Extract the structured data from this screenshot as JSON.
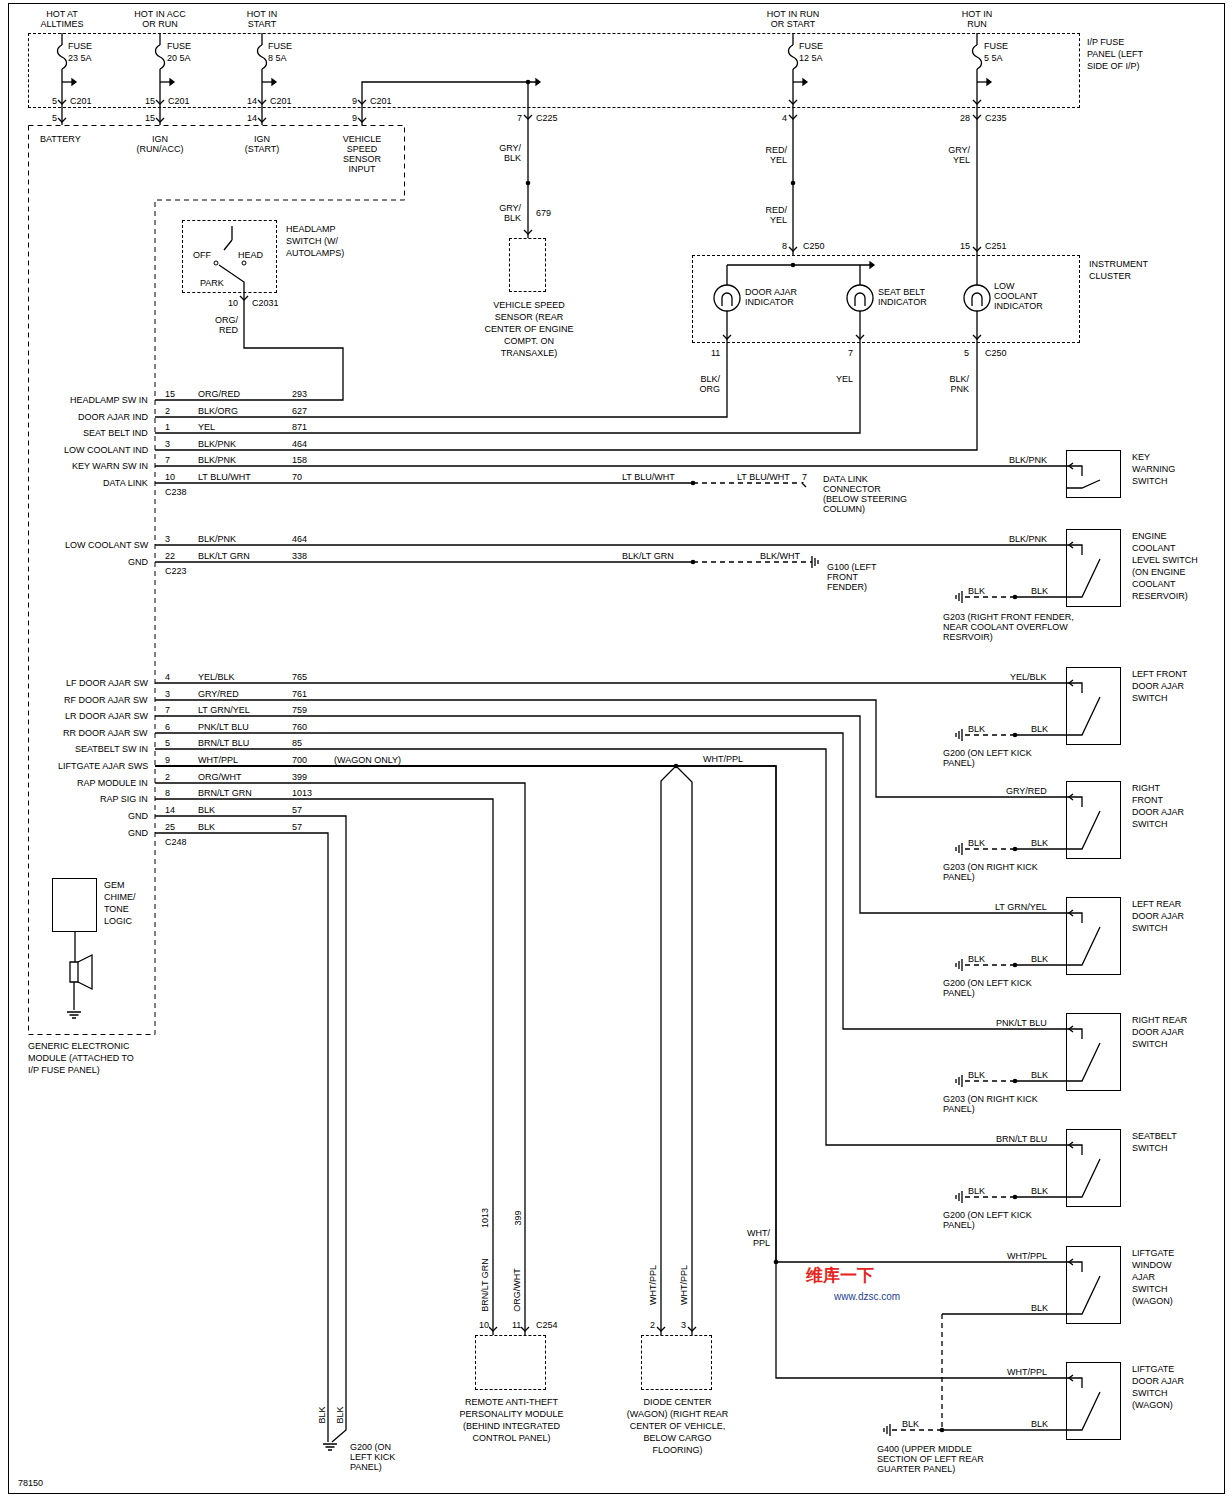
{
  "diagram": {
    "nodes": [
      {
        "text": [
          "I/P FUSE PANEL (LEFT SIDE OF I/P)"
        ]
      },
      {
        "text": [
          "GENERIC ELECTRONIC MODULE (ATTACHED TO I/P FUSE PANEL)"
        ]
      },
      {
        "text": [
          "GEM CHIME/ TONE LOGIC"
        ],
        "in": 1
      },
      {
        "text": [
          "HEADLAMP SWITCH (W/ AUTOLAMPS)"
        ]
      },
      {
        "text": [
          "VEHICLE SPEED SENSOR (REAR CENTER OF ENGINE COMPT. ON TRANSAXLE)"
        ]
      },
      {
        "text": [
          "INSTRUMENT CLUSTER"
        ]
      },
      {
        "text": [
          "KEY WARNING SWITCH"
        ]
      },
      {
        "text": [
          "ENGINE COOLANT LEVEL SWITCH (ON ENGINE COOLANT RESERVOIR)"
        ]
      },
      {
        "text": [
          "LEFT FRONT DOOR AJAR SWITCH"
        ]
      },
      {
        "text": [
          "RIGHT FRONT DOOR AJAR SWITCH"
        ]
      },
      {
        "text": [
          "LEFT REAR DOOR AJAR SWITCH"
        ]
      },
      {
        "text": [
          "RIGHT REAR DOOR AJAR SWITCH"
        ]
      },
      {
        "text": [
          "SEATBELT SWITCH"
        ]
      },
      {
        "text": [
          "LIFTGATE WINDOW AJAR SWITCH (WAGON)"
        ]
      },
      {
        "text": [
          "LIFTGATE DOOR AJAR SWITCH (WAGON)"
        ]
      },
      {
        "text": [
          "REMOTE ANTI-THEFT PERSONALITY MODULE (BEHIND INTEGRATED CONTROL PANEL)"
        ]
      },
      {
        "text": [
          "DIODE CENTER (WAGON) (RIGHT REAR CENTER OF VEHICLE, BELOW CARGO FLOORING)"
        ]
      }
    ],
    "edges": [
      {
        "from": 0,
        "to": 1,
        "arrow": "none"
      },
      {
        "from": 0,
        "to": 1,
        "arrow": "none"
      },
      {
        "from": 0,
        "to": 1,
        "arrow": "none"
      },
      {
        "from": 0,
        "to": 1,
        "arrow": "none"
      },
      {
        "from": 0,
        "to": 4,
        "arrow": "none"
      },
      {
        "from": 0,
        "to": 5,
        "arrow": "none"
      },
      {
        "from": 0,
        "to": 5,
        "arrow": "none"
      },
      {
        "from": 1,
        "to": 3,
        "arrow": "none"
      },
      {
        "from": 1,
        "to": 5,
        "arrow": "none"
      },
      {
        "from": 1,
        "to": 5,
        "arrow": "none"
      },
      {
        "from": 1,
        "to": 5,
        "arrow": "none"
      },
      {
        "from": 1,
        "to": 6,
        "arrow": "none"
      },
      {
        "from": 1,
        "to": 7,
        "arrow": "none"
      },
      {
        "from": 1,
        "to": 8,
        "arrow": "none"
      },
      {
        "from": 1,
        "to": 9,
        "arrow": "none"
      },
      {
        "from": 1,
        "to": 10,
        "arrow": "none"
      },
      {
        "from": 1,
        "to": 11,
        "arrow": "none"
      },
      {
        "from": 1,
        "to": 12,
        "arrow": "none"
      },
      {
        "from": 1,
        "to": 16,
        "arrow": "none"
      },
      {
        "from": 1,
        "to": 13,
        "arrow": "none"
      },
      {
        "from": 1,
        "to": 14,
        "arrow": "none"
      },
      {
        "from": 1,
        "to": 15,
        "arrow": "none"
      },
      {
        "from": 1,
        "to": 15,
        "arrow": "none"
      }
    ],
    "labels": [
      "HOT AT ALLTIMES",
      "HOT IN ACC OR RUN",
      "HOT IN START",
      "HOT IN RUN OR START",
      "HOT IN RUN",
      "FUSE 23 5A",
      "FUSE 20 5A",
      "FUSE 8 5A",
      "FUSE 12 5A",
      "FUSE 5 5A",
      "5",
      "C201",
      "15",
      "C201",
      "14",
      "C201",
      "9",
      "C201",
      "5",
      "15",
      "14",
      "9",
      "BATTERY",
      "IGN (RUN/ACC)",
      "IGN (START)",
      "VEHICLE SPEED SENSOR INPUT",
      "7",
      "C225",
      "GRY/ BLK",
      "GRY/ BLK",
      "679",
      "4",
      "RED/ YEL",
      "RED/ YEL",
      "8",
      "C250",
      "28",
      "C235",
      "GRY/ YEL",
      "15",
      "C251",
      "DOOR AJAR INDICATOR",
      "SEAT BELT INDICATOR",
      "LOW COOLANT INDICATOR",
      "11",
      "7",
      "5",
      "C250",
      "BLK/ ORG",
      "YEL",
      "BLK/ PNK",
      "OFF",
      "HEAD",
      "PARK",
      "10",
      "C2031",
      "ORG/ RED",
      "HEADLAMP SW IN",
      "15",
      "ORG/RED",
      "293",
      "DOOR AJAR IND",
      "2",
      "BLK/ORG",
      "627",
      "SEAT BELT IND",
      "1",
      "YEL",
      "871",
      "LOW COOLANT IND",
      "3",
      "BLK/PNK",
      "464",
      "KEY WARN SW IN",
      "7",
      "BLK/PNK",
      "158",
      "DATA LINK",
      "10",
      "LT BLU/WHT",
      "70",
      "C238",
      "LT BLU/WHT",
      "LT BLU/WHT",
      "7",
      "DATA LINK CONNECTOR (BELOW STEERING COLUMN)",
      "BLK/PNK",
      "LOW COOLANT SW",
      "3",
      "BLK/PNK",
      "464",
      "GND",
      "22",
      "BLK/LT GRN",
      "338",
      "C223",
      "BLK/LT GRN",
      "BLK/WHT",
      "G100 (LEFT FRONT FENDER)",
      "BLK/PNK",
      "BLK",
      "BLK",
      "G203 (RIGHT FRONT FENDER, NEAR COOLANT OVERFLOW RESRVOIR)",
      "LF DOOR AJAR SW",
      "4",
      "YEL/BLK",
      "765",
      "RF DOOR AJAR SW",
      "3",
      "GRY/RED",
      "761",
      "LR DOOR AJAR SW",
      "7",
      "LT GRN/YEL",
      "759",
      "RR DOOR AJAR SW",
      "6",
      "PNK/LT BLU",
      "760",
      "SEATBELT SW IN",
      "5",
      "BRN/LT BLU",
      "85",
      "LIFTGATE AJAR SWS",
      "9",
      "WHT/PPL",
      "700",
      "RAP MODULE IN",
      "2",
      "ORG/WHT",
      "399",
      "RAP SIG IN",
      "8",
      "BRN/LT GRN",
      "1013",
      "GND",
      "14",
      "BLK",
      "57",
      "GND",
      "25",
      "BLK",
      "57",
      "(WAGON ONLY)",
      "C248",
      "YEL/BLK",
      "BLK",
      "BLK",
      "G200 (ON LEFT KICK PANEL)",
      "GRY/RED",
      "BLK",
      "BLK",
      "G203 (ON RIGHT KICK PANEL)",
      "LT GRN/YEL",
      "BLK",
      "BLK",
      "G200 (ON LEFT KICK PANEL)",
      "PNK/LT BLU",
      "BLK",
      "BLK",
      "G203 (ON RIGHT KICK PANEL)",
      "BRN/LT BLU",
      "BLK",
      "BLK",
      "G200 (ON LEFT KICK PANEL)",
      "WHT/PPL",
      "WHT/ PPL",
      "WHT/PPL",
      "BLK",
      "WHT/PPL",
      "BLK",
      "BLK",
      "G400 (UPPER MIDDLE SECTION OF LEFT REAR GUARTER PANEL)",
      "维库一下",
      "www.dzsc.com",
      "10",
      "11",
      "C254",
      "1013",
      "BRN/LT GRN",
      "399",
      "ORG/WHT",
      "2",
      "3",
      "WHT/PPL",
      "WHT/PPL",
      "BLK",
      "BLK",
      "G200 (ON LEFT KICK PANEL)",
      "78150"
    ]
  }
}
